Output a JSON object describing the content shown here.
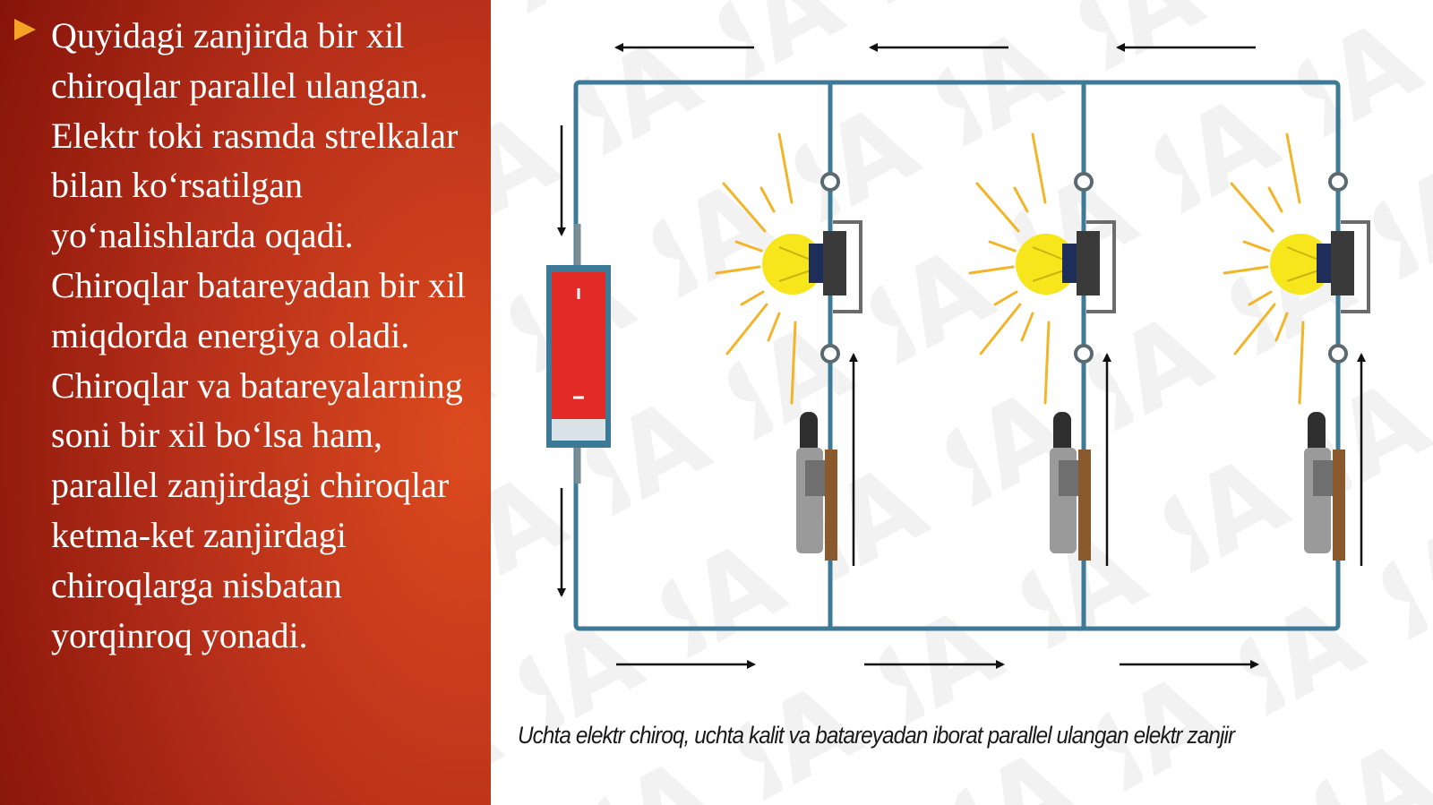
{
  "slide": {
    "bullet_text": "Quyidagi zanjirda bir xil chiroqlar parallel ulangan. Elektr toki rasmda strelkalar bilan ko‘rsatilgan yo‘nalishlarda oqadi. Chiroqlar batareyadan bir xil miqdorda energiya oladi. Chiroqlar va batareyalarning soni bir xil bo‘lsa ham, parallel zanjirdagi chiroqlar ketma-ket zanjirdagi chiroqlarga nisbatan yorqinroq yonadi.",
    "caption": "Uchta elektr chiroq, uchta kalit va batareyadan iborat parallel ulangan elektr zanjir"
  },
  "colors": {
    "panel_dark": "#8e1a0d",
    "panel_light": "#d9441c",
    "bullet": "#f4a324",
    "wire": "#3d7a98",
    "battery": "#e22a27",
    "bulb": "#f7e61c",
    "rays": "#f2b52a"
  },
  "icons": {
    "bullet": "triangle-right-icon",
    "bulb": "light-bulb-icon",
    "switch": "knife-switch-icon",
    "battery": "battery-icon"
  },
  "diagram": {
    "bulb_count": 3,
    "switch_count": 3,
    "battery_count": 1
  }
}
